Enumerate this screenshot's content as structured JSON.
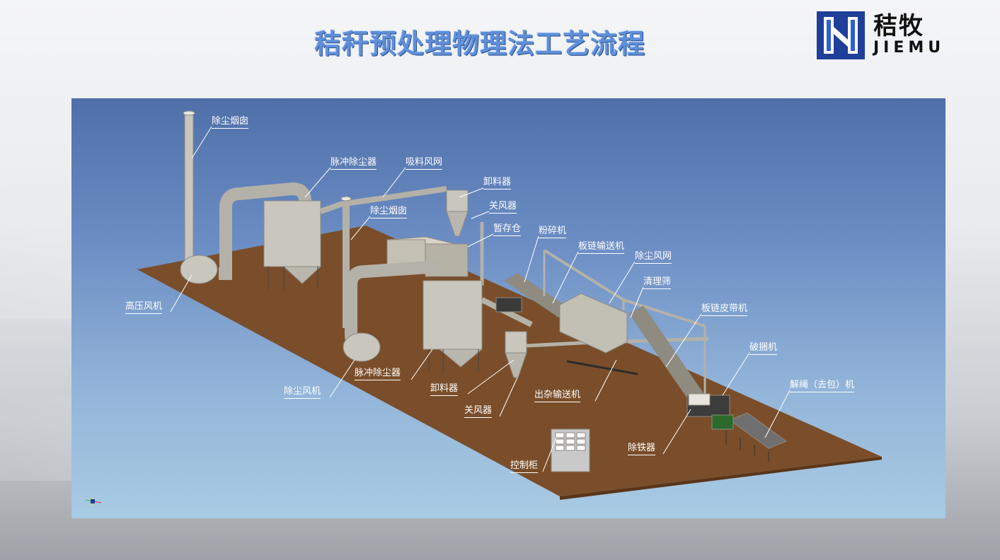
{
  "header": {
    "title": "秸秆预处理物理法工艺流程"
  },
  "logo": {
    "text_cn": "秸牧",
    "text_en": "JIEMU",
    "brand_color": "#1f3f99"
  },
  "diagram": {
    "labels": {
      "chimney_1": "除尘烟囱",
      "pulse_collector_1": "脉冲除尘器",
      "suction_duct": "吸料风网",
      "discharger_1": "卸料器",
      "airlock_1": "关风器",
      "chimney_2": "除尘烟囱",
      "temp_bin": "暂存仓",
      "crusher": "粉碎机",
      "chain_conveyor": "板链输送机",
      "dust_duct": "除尘风网",
      "cleaning_screen": "清理筛",
      "high_pressure_fan": "高压风机",
      "chain_belt": "板链皮带机",
      "bale_breaker": "破捆机",
      "rope_cutter": "解绳（去包）机",
      "pulse_collector_2": "脉冲除尘器",
      "dust_fan": "除尘风机",
      "discharger_2": "卸料器",
      "impurity_conveyor": "出杂输送机",
      "airlock_2": "关风器",
      "iron_remover": "除铁器",
      "control_cabinet": "控制柜"
    },
    "colors": {
      "floor": "#7a4e2a",
      "equipment": "#c9c6bd",
      "sky_top": "#4f6fa8",
      "sky_bottom": "#a9cbe3"
    }
  }
}
